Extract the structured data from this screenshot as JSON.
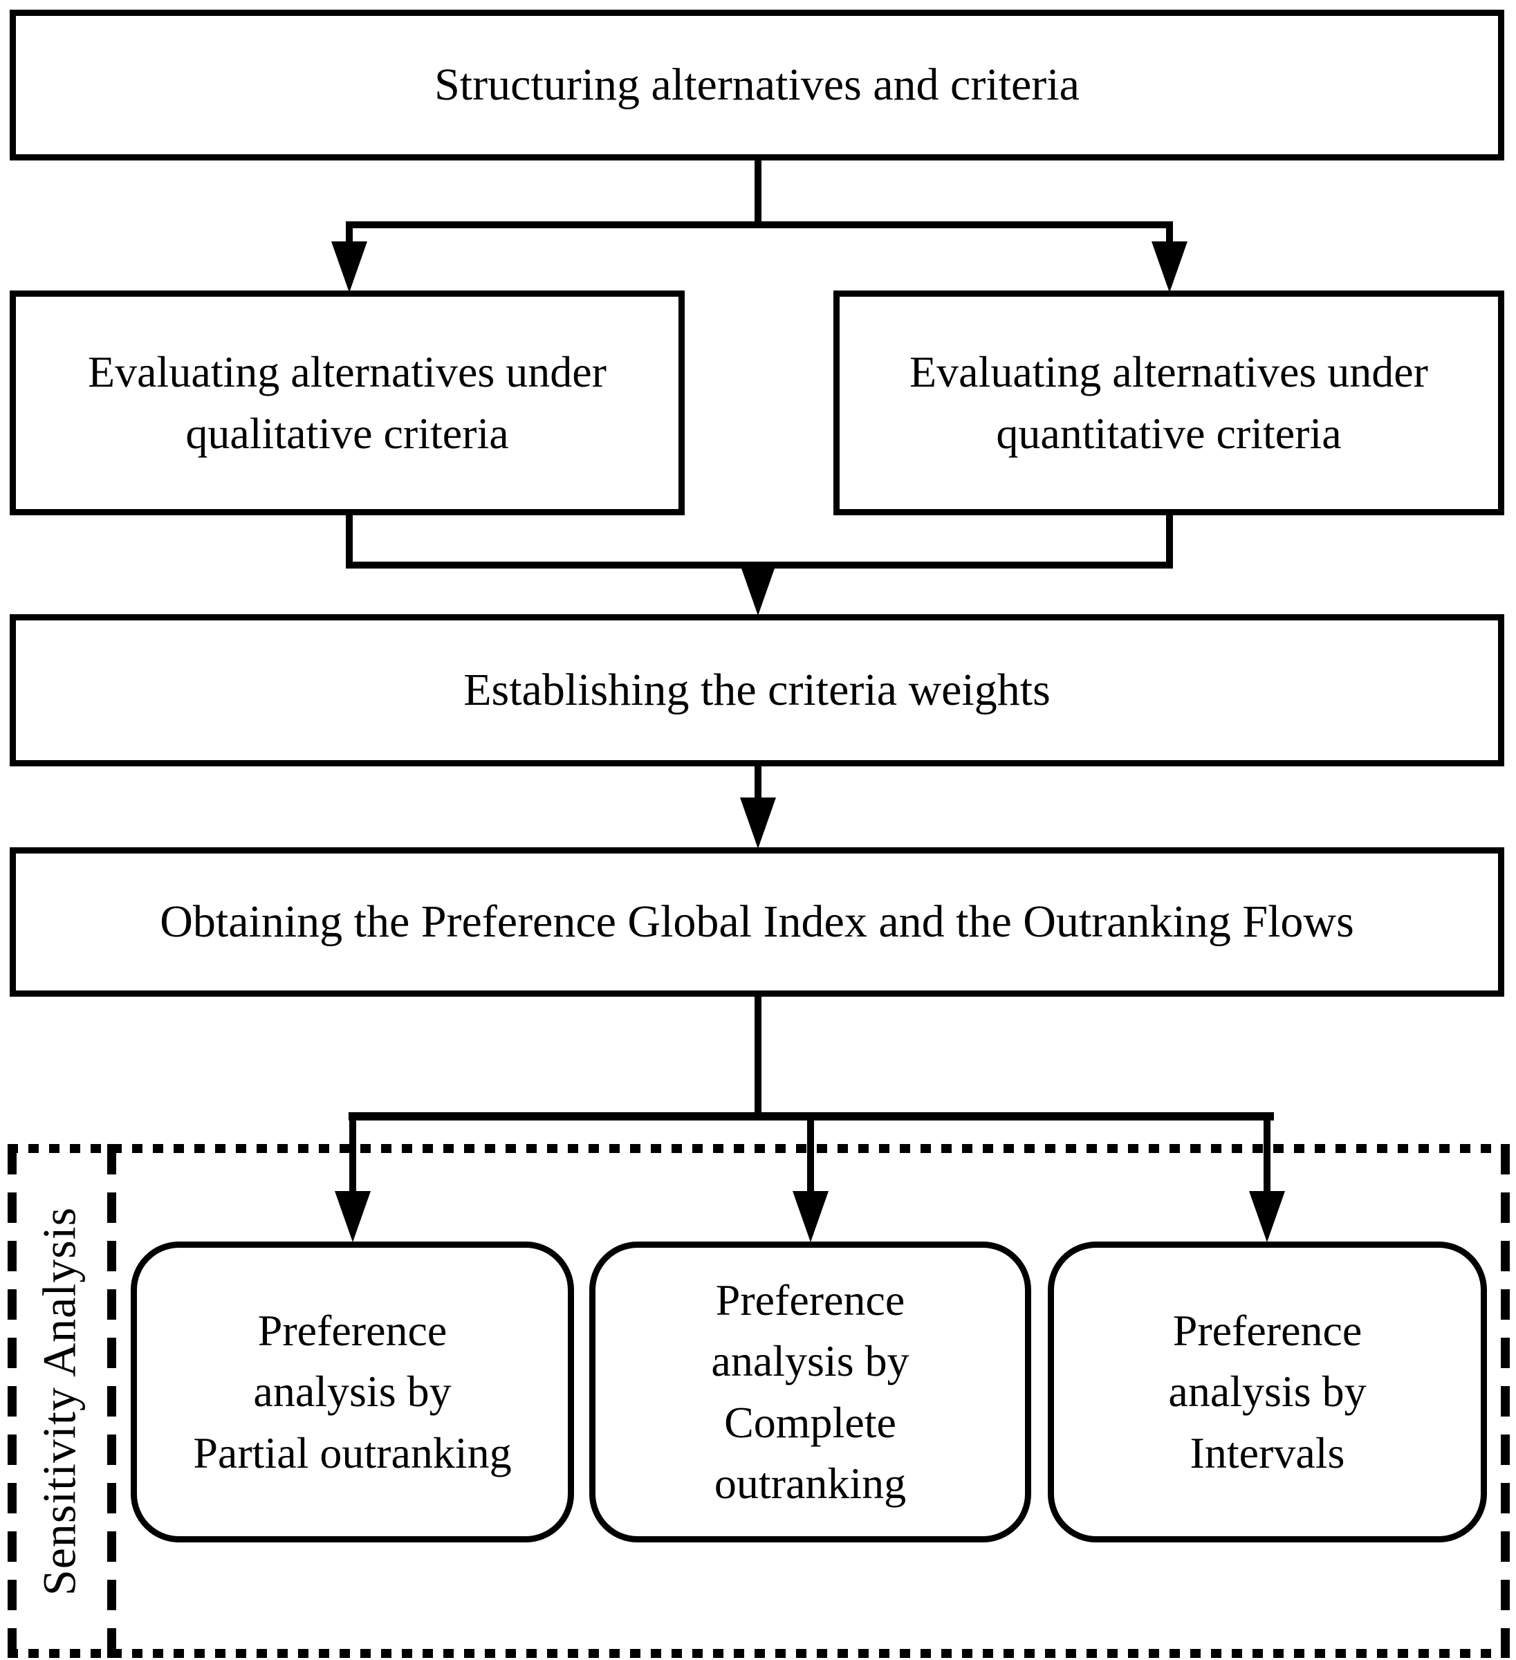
{
  "diagram": {
    "structuring": "Structuring alternatives and criteria",
    "eval_qualitative": [
      "Evaluating alternatives under",
      "qualitative criteria"
    ],
    "eval_quantitative": [
      "Evaluating alternatives under",
      "quantitative criteria"
    ],
    "establishing": "Establishing the criteria weights",
    "obtaining": "Obtaining the Preference Global Index and the Outranking Flows",
    "sensitivity_label": "Sensitivity Analysis",
    "pref_partial": [
      "Preference",
      "analysis by",
      "Partial outranking"
    ],
    "pref_complete": [
      "Preference",
      "analysis by",
      "Complete",
      "outranking"
    ],
    "pref_intervals": [
      "Preference",
      "analysis by",
      "Intervals"
    ]
  },
  "colors": {
    "ink": "#000000",
    "background": "#ffffff"
  }
}
